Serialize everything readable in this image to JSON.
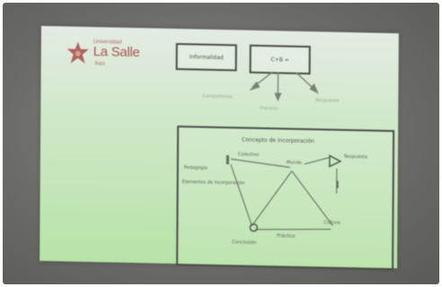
{
  "slide": {
    "logo": {
      "institution": "Universidad",
      "name": "La Salle",
      "city": "Bajío"
    },
    "top_boxes": [
      {
        "label": "Informalidad"
      },
      {
        "label": "C+B ="
      }
    ],
    "branches": [
      "Competencia",
      "Proceso",
      "Respuesta"
    ],
    "diagram": {
      "title": "Concepto de incorporación",
      "nodes": [
        "Pedagogía",
        "Elementos de incorporación",
        "Colectivo",
        "Mundo",
        "Cultura",
        "Práctica",
        "Respuesta",
        "Conclusión"
      ]
    }
  },
  "colors": {
    "slide_background": "#c9e8c0",
    "logo_red": "#a8544f",
    "box_border": "#4a4d48",
    "projection_surround": "#70706c"
  }
}
